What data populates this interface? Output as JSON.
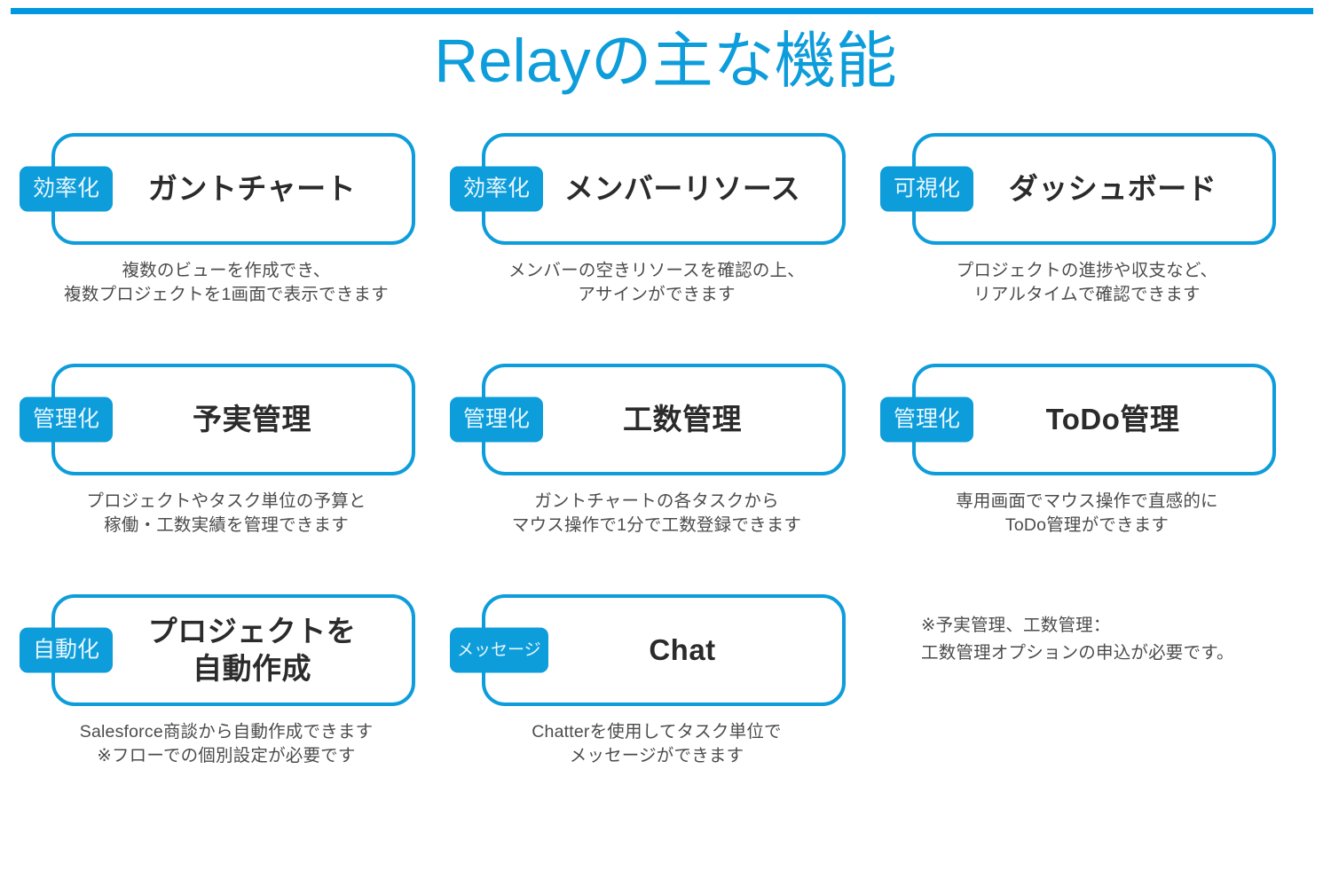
{
  "accent_color": "#0e9ddb",
  "title": "Relayの主な機能",
  "cards": [
    {
      "badge": "効率化",
      "title_line1": "ガントチャート",
      "title_line2": "",
      "caption_line1": "複数のビューを作成でき、",
      "caption_line2": "複数プロジェクトを1画面で表示できます"
    },
    {
      "badge": "効率化",
      "title_line1": "メンバーリソース",
      "title_line2": "",
      "caption_line1": "メンバーの空きリソースを確認の上、",
      "caption_line2": "アサインができます"
    },
    {
      "badge": "可視化",
      "title_line1": "ダッシュボード",
      "title_line2": "",
      "caption_line1": "プロジェクトの進捗や収支など、",
      "caption_line2": "リアルタイムで確認できます"
    },
    {
      "badge": "管理化",
      "title_line1": "予実管理",
      "title_line2": "",
      "caption_line1": "プロジェクトやタスク単位の予算と",
      "caption_line2": "稼働・工数実績を管理できます"
    },
    {
      "badge": "管理化",
      "title_line1": "工数管理",
      "title_line2": "",
      "caption_line1": "ガントチャートの各タスクから",
      "caption_line2": "マウス操作で1分で工数登録できます"
    },
    {
      "badge": "管理化",
      "title_line1": "ToDo管理",
      "title_line2": "",
      "caption_line1": "専用画面でマウス操作で直感的に",
      "caption_line2": "ToDo管理ができます"
    },
    {
      "badge": "自動化",
      "title_line1": "プロジェクトを",
      "title_line2": "自動作成",
      "caption_line1": "Salesforce商談から自動作成できます",
      "caption_line2": "※フローでの個別設定が必要です"
    },
    {
      "badge": "メッセージ",
      "title_line1": "Chat",
      "title_line2": "",
      "caption_line1": "Chatterを使用してタスク単位で",
      "caption_line2": "メッセージができます"
    }
  ],
  "footnote": {
    "line1": "※予実管理、工数管理：",
    "line2": "工数管理オプションの申込が必要です。"
  }
}
